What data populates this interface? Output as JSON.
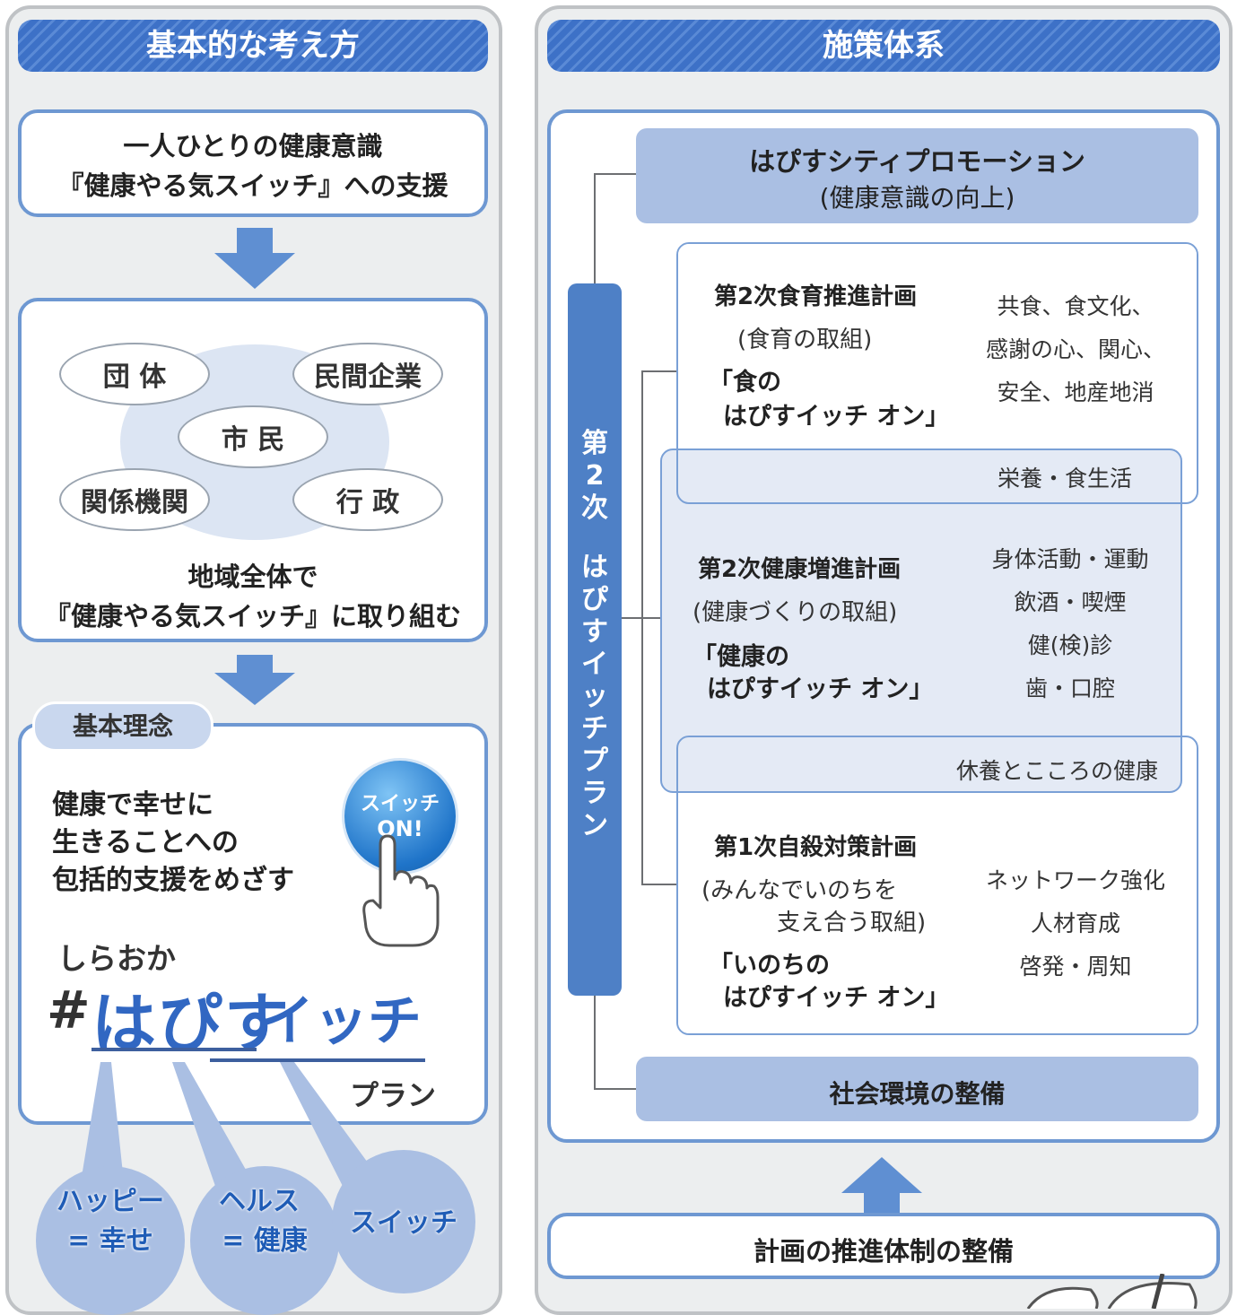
{
  "left": {
    "title": "基本的な考え方",
    "box1": {
      "line1": "一人ひとりの健康意識",
      "line2": "『健康やる気スイッチ』への支援"
    },
    "ovals": {
      "dantai": "団 体",
      "minkan": "民間企業",
      "shimin": "市 民",
      "kankei": "関係機関",
      "gyosei": "行 政"
    },
    "box2": {
      "line1": "地域全体で",
      "line2": "『健康やる気スイッチ』に取り組む"
    },
    "rinen": {
      "tag": "基本理念",
      "line1": "健康で幸せに",
      "line2": "生きることへの",
      "line3": "包括的支援をめざす",
      "button_line1": "スイッチ",
      "button_line2": "ON!",
      "shiraoka": "しらおか",
      "hash": "#",
      "hapi": "はぴす",
      "itchi": "イッチ",
      "plan": "プラン"
    },
    "circles": {
      "happy1": "ハッピー",
      "happy2": "= 幸せ",
      "health1": "ヘルス",
      "health2": "= 健康",
      "switch": "スイッチ"
    }
  },
  "right": {
    "title": "施策体系",
    "vertical_label": [
      "第",
      "2",
      "次",
      "",
      "は",
      "ぴ",
      "す",
      "イ",
      "ッ",
      "チ",
      "プ",
      "ラ",
      "ン"
    ],
    "promotion": {
      "line1": "はぴすシティプロモーション",
      "line2": "(健康意識の向上)"
    },
    "shokuiku": {
      "title": "第2次食育推進計画",
      "sub": "(食育の取組)",
      "slogan1": "「食の",
      "slogan2": "はぴすイッチ オン」",
      "items": [
        "共食、食文化、",
        "感謝の心、関心、",
        "安全、地産地消"
      ]
    },
    "eiyou": "栄養・食生活",
    "kenko": {
      "title": "第2次健康増進計画",
      "sub": "(健康づくりの取組)",
      "slogan1": "「健康の",
      "slogan2": "はぴすイッチ オン」",
      "items": [
        "身体活動・運動",
        "飲酒・喫煙",
        "健(検)診",
        "歯・口腔"
      ]
    },
    "kyuuyou": "休養とこころの健康",
    "jisatsu": {
      "title": "第1次自殺対策計画",
      "sub1": "(みんなでいのちを",
      "sub2": "支え合う取組)",
      "slogan1": "「いのちの",
      "slogan2": "はぴすイッチ オン」",
      "items": [
        "ネットワーク強化",
        "人材育成",
        "啓発・周知"
      ]
    },
    "shakai": "社会環境の整備",
    "suishin": "計画の推進体制の整備"
  },
  "colors": {
    "header_blue": "#3d71c7",
    "border_blue": "#6e98d2",
    "pale_blue": "#aabfe3",
    "bar_blue": "#4e80c6",
    "panel_gray": "#eceeef"
  }
}
